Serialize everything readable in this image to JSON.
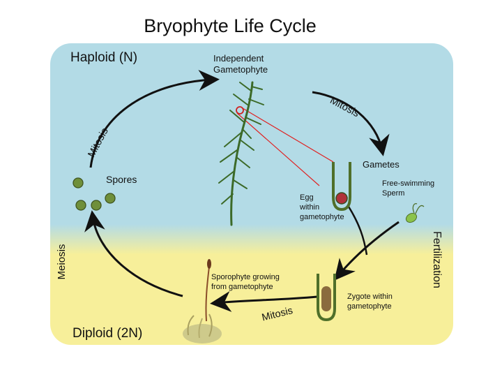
{
  "title": "Bryophyte Life Cycle",
  "zones": {
    "haploid": "Haploid (N)",
    "diploid": "Diploid (2N)"
  },
  "labels": {
    "gametophyte_line1": "Independent",
    "gametophyte_line2": "Gametophyte",
    "mitosis_top": "Mitosis",
    "gametes": "Gametes",
    "sperm_line1": "Free-swimming",
    "sperm_line2": "Sperm",
    "egg_line1": "Egg",
    "egg_line2": "within",
    "egg_line3": "gametophyte",
    "fertilization": "Fertilization",
    "zygote_line1": "Zygote within",
    "zygote_line2": "gametophyte",
    "mitosis_bottom": "Mitosis",
    "sporophyte_line1": "Sporophyte growing",
    "sporophyte_line2": "from gametophyte",
    "meiosis": "Meiosis",
    "spores": "Spores",
    "mitosis_left": "Mitosis"
  },
  "colors": {
    "haploid_bg": "#b3dbe6",
    "diploid_bg": "#f7ef9a",
    "arrow": "#111111",
    "spore": "#6f8f3a",
    "archegonium": "#4f6f2a",
    "egg": "#b0313a",
    "zygote": "#8a6b3e",
    "connector": "#e02020"
  }
}
